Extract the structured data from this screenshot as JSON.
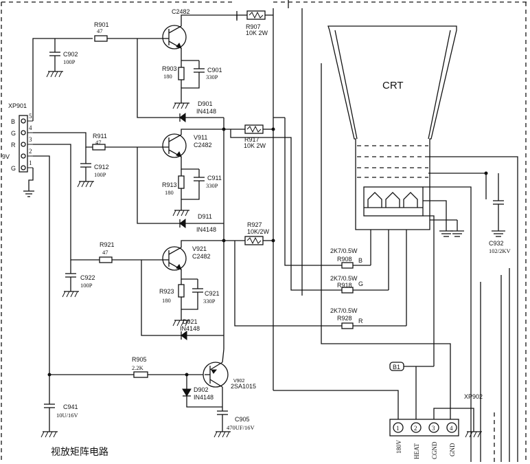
{
  "title": "视放矩阵电路",
  "crt": {
    "label": "CRT"
  },
  "channels": [
    {
      "input_res": "R901",
      "input_res_val": "47",
      "input_cap": "C902",
      "input_cap_val": "100P",
      "transistor": "C2482",
      "emitter_res": "R903",
      "emitter_res_val": "180",
      "emitter_cap": "C901",
      "emitter_cap_val": "330P",
      "diode": "D901",
      "diode_type": "IN4148",
      "load_res": "R907",
      "load_res_val": "10K 2W"
    },
    {
      "input_res": "R911",
      "input_res_val": "47",
      "input_cap": "C912",
      "input_cap_val": "100P",
      "transistor_ref": "V911",
      "transistor": "C2482",
      "emitter_res": "R913",
      "emitter_res_val": "180",
      "emitter_cap": "C911",
      "emitter_cap_val": "330P",
      "diode": "D911",
      "diode_type": "IN4148",
      "load_res": "R917",
      "load_res_val": "10K 2W"
    },
    {
      "input_res": "R921",
      "input_res_val": "47",
      "input_cap": "C922",
      "input_cap_val": "100P",
      "transistor_ref": "V921",
      "transistor": "C2482",
      "emitter_res": "R923",
      "emitter_res_val": "180",
      "emitter_cap": "C921",
      "emitter_cap_val": "330P",
      "diode": "D921",
      "diode_type": "IN4148",
      "load_res": "R927",
      "load_res_val": "10K/2W"
    }
  ],
  "cathode_res": [
    {
      "value": "2K7/0.5W",
      "ref": "R908",
      "color": "B"
    },
    {
      "value": "2K7/0.5W",
      "ref": "R918",
      "color": "G"
    },
    {
      "value": "2K7/0.5W",
      "ref": "R928",
      "color": "R"
    }
  ],
  "bias": {
    "res": "R905",
    "res_val": "2.2K",
    "transistor": "2SA1015",
    "transistor_ref": "V902",
    "diode": "D902",
    "diode_type": "IN4148",
    "cap_in": "C941",
    "cap_in_val": "10U/16V",
    "cap_out": "C905",
    "cap_out_val": "470UF/16V"
  },
  "c932": {
    "ref": "C932",
    "val": "102/2KV"
  },
  "xp901": {
    "ref": "XP901",
    "pins": [
      "5",
      "4",
      "3",
      "2",
      "1"
    ],
    "signals": [
      "B",
      "G",
      "R",
      "9V",
      "G"
    ]
  },
  "xp902": {
    "ref": "XP902",
    "pins": [
      "1",
      "2",
      "3",
      "4"
    ],
    "signals": [
      "180V",
      "HEAT",
      "CGND",
      "GND"
    ]
  },
  "hv_marker": "B1"
}
